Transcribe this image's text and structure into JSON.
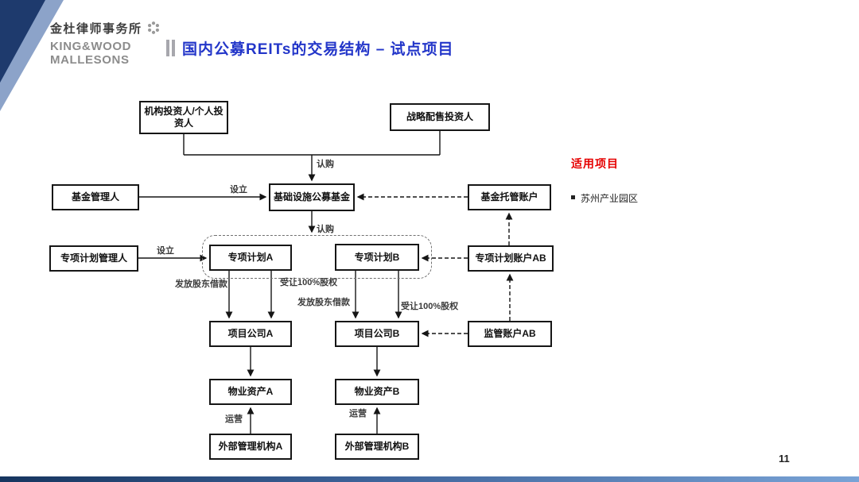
{
  "header": {
    "logo_cn": "金杜律师事务所",
    "logo_en_line1": "KING&WOOD",
    "logo_en_line2": "MALLESONS",
    "title": "国内公募REITs的交易结构 – 试点项目"
  },
  "aside": {
    "heading": "适用项目",
    "items": [
      {
        "label": "苏州产业园区"
      }
    ]
  },
  "diagram": {
    "nodes": {
      "investors_institutional": "机构投资人/个人投资人",
      "investors_strategic": "战略配售投资人",
      "fund_manager": "基金管理人",
      "public_fund": "基础设施公募基金",
      "custodian_account": "基金托管账户",
      "plan_manager": "专项计划管理人",
      "plan_a": "专项计划A",
      "plan_b": "专项计划B",
      "plan_account_ab": "专项计划账户AB",
      "project_company_a": "项目公司A",
      "project_company_b": "项目公司B",
      "supervision_account_ab": "监管账户AB",
      "property_a": "物业资产A",
      "property_b": "物业资产B",
      "external_manager_a": "外部管理机构A",
      "external_manager_b": "外部管理机构B"
    },
    "edge_labels": {
      "subscribe_top": "认购",
      "establish_fund": "设立",
      "subscribe_mid": "认购",
      "establish_plan": "设立",
      "loan_a": "发放股东借款",
      "equity_a": "受让100%股权",
      "loan_b": "发放股东借款",
      "equity_b": "受让100%股权",
      "operate_a": "运营",
      "operate_b": "运营"
    }
  },
  "footer": {
    "page_number": "11"
  },
  "colors": {
    "title_blue": "#2336C9",
    "accent_red": "#E60000",
    "corner_dark": "#1E3A6D",
    "corner_light": "#8CA3C9",
    "footer_gradient_left": "#16355F",
    "footer_gradient_right": "#79A3D6"
  }
}
